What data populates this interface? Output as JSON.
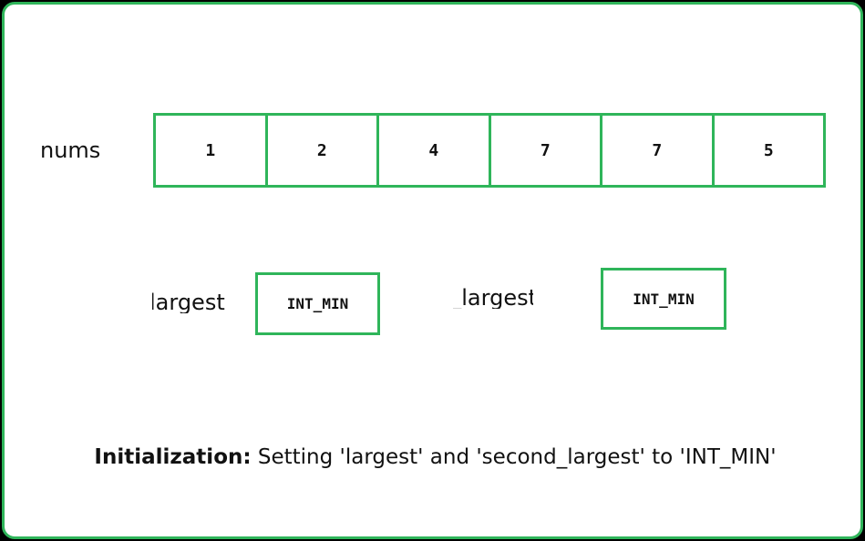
{
  "colors": {
    "accent": "#2fb55a",
    "background": "#ffffff",
    "outer_background": "#000000",
    "text": "#111111"
  },
  "array": {
    "label": "nums",
    "cells": [
      "1",
      "2",
      "4",
      "7",
      "7",
      "5"
    ]
  },
  "variables": {
    "largest": {
      "label": "largest",
      "value": "INT_MIN"
    },
    "second_largest": {
      "label": "second_largest",
      "value": "INT_MIN"
    }
  },
  "caption": {
    "bold": "Initialization:",
    "text": " Setting 'largest' and 'second_largest' to 'INT_MIN'"
  }
}
